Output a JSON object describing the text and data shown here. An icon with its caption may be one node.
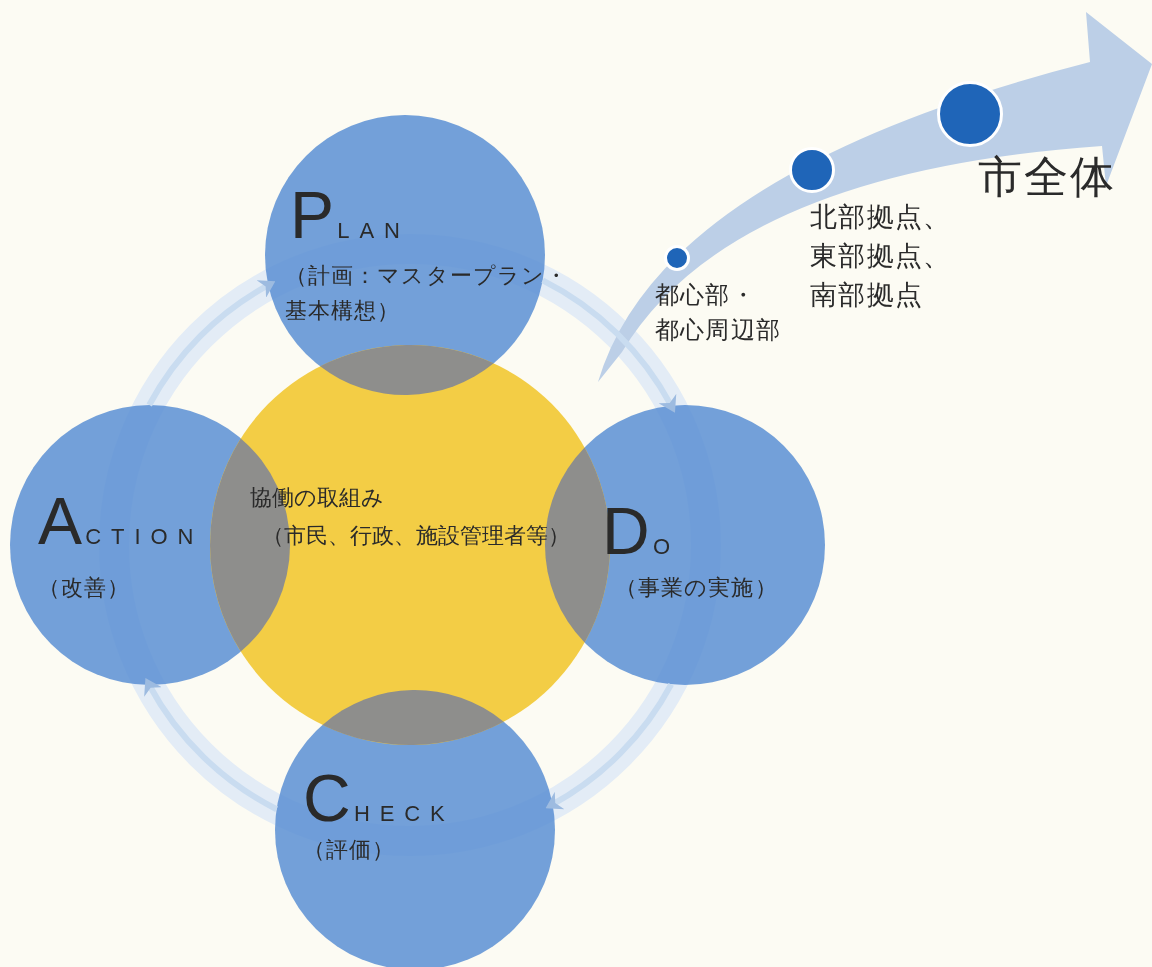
{
  "diagram": {
    "nodes": [
      {
        "text": [
          "PLAN",
          "（計画：マスタープラン・基本構想）"
        ]
      },
      {
        "text": [
          "ACTION",
          "（改善）"
        ]
      },
      {
        "text": [
          "協働の取組み",
          "（市民、行政、施設管理者等）"
        ]
      },
      {
        "text": [
          "DO",
          "（事業の実施）"
        ]
      },
      {
        "text": [
          "CHECK",
          "（評価）"
        ]
      },
      {
        "text": [],
        "shape": "circle",
        "beside": [
          "都心部・都心周辺部"
        ]
      },
      {
        "text": [],
        "shape": "circle",
        "beside": [
          "北部拠点、東部拠点、南部拠点"
        ]
      },
      {
        "text": [],
        "shape": "circle",
        "beside": [
          "市全体"
        ]
      }
    ],
    "edges": [
      {
        "from": 0,
        "to": 3,
        "arrow": "to"
      },
      {
        "from": 3,
        "to": 4,
        "arrow": "to"
      },
      {
        "from": 4,
        "to": 1,
        "arrow": "to"
      },
      {
        "from": 1,
        "to": 0,
        "arrow": "to"
      }
    ]
  }
}
